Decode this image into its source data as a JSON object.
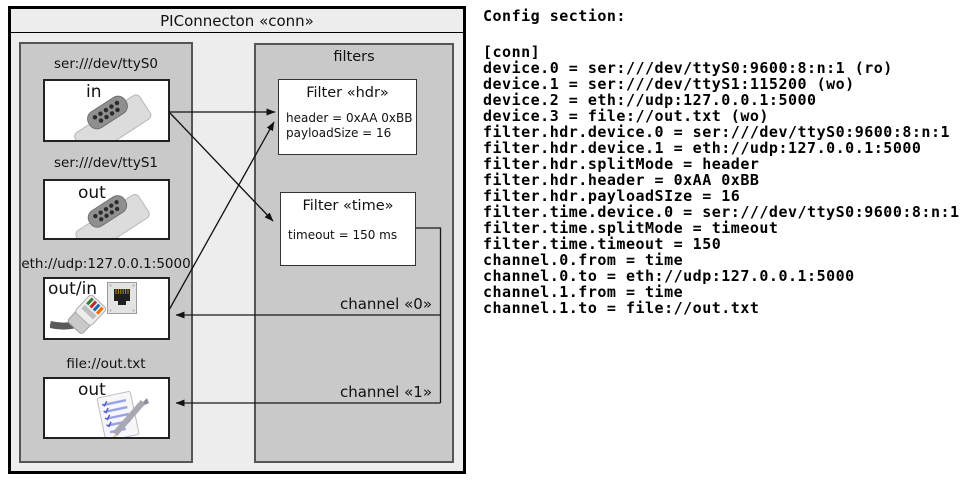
{
  "colors": {
    "outer_background": "#ededed",
    "panel_background": "#c9c9c9",
    "box_background": "#ffffff",
    "border_dark": "#000000",
    "text": "#111111"
  },
  "diagram": {
    "title": "PIConnecton «conn»",
    "devices": [
      {
        "label": "ser:///dev/ttyS0",
        "direction": "in",
        "icon": "serial-connector"
      },
      {
        "label": "ser:///dev/ttyS1",
        "direction": "out",
        "icon": "serial-connector"
      },
      {
        "label": "eth://udp:127.0.0.1:5000",
        "direction": "out/in",
        "icon": "ethernet-connector"
      },
      {
        "label": "file://out.txt",
        "direction": "out",
        "icon": "notepad"
      }
    ],
    "filters_panel_title": "filters",
    "filters": [
      {
        "title": "Filter «hdr»",
        "properties": [
          "header = 0xAA 0xBB",
          "payloadSize = 16"
        ]
      },
      {
        "title": "Filter «time»",
        "properties": [
          "timeout = 150 ms"
        ]
      }
    ],
    "channels": [
      {
        "label": "channel «0»"
      },
      {
        "label": "channel «1»"
      }
    ]
  },
  "config": {
    "heading": "Config section:",
    "lines": [
      "[conn]",
      "device.0 = ser:///dev/ttyS0:9600:8:n:1 (ro)",
      "device.1 = ser:///dev/ttyS1:115200 (wo)",
      "device.2 = eth://udp:127.0.0.1:5000",
      "device.3 = file://out.txt (wo)",
      "filter.hdr.device.0 = ser:///dev/ttyS0:9600:8:n:1",
      "filter.hdr.device.1 = eth://udp:127.0.0.1:5000",
      "filter.hdr.splitMode = header",
      "filter.hdr.header = 0xAA 0xBB",
      "filter.hdr.payloadSIze = 16",
      "filter.time.device.0 = ser:///dev/ttyS0:9600:8:n:1",
      "filter.time.splitMode = timeout",
      "filter.time.timeout = 150",
      "channel.0.from = time",
      "channel.0.to = eth://udp:127.0.0.1:5000",
      "channel.1.from = time",
      "channel.1.to = file://out.txt"
    ]
  }
}
